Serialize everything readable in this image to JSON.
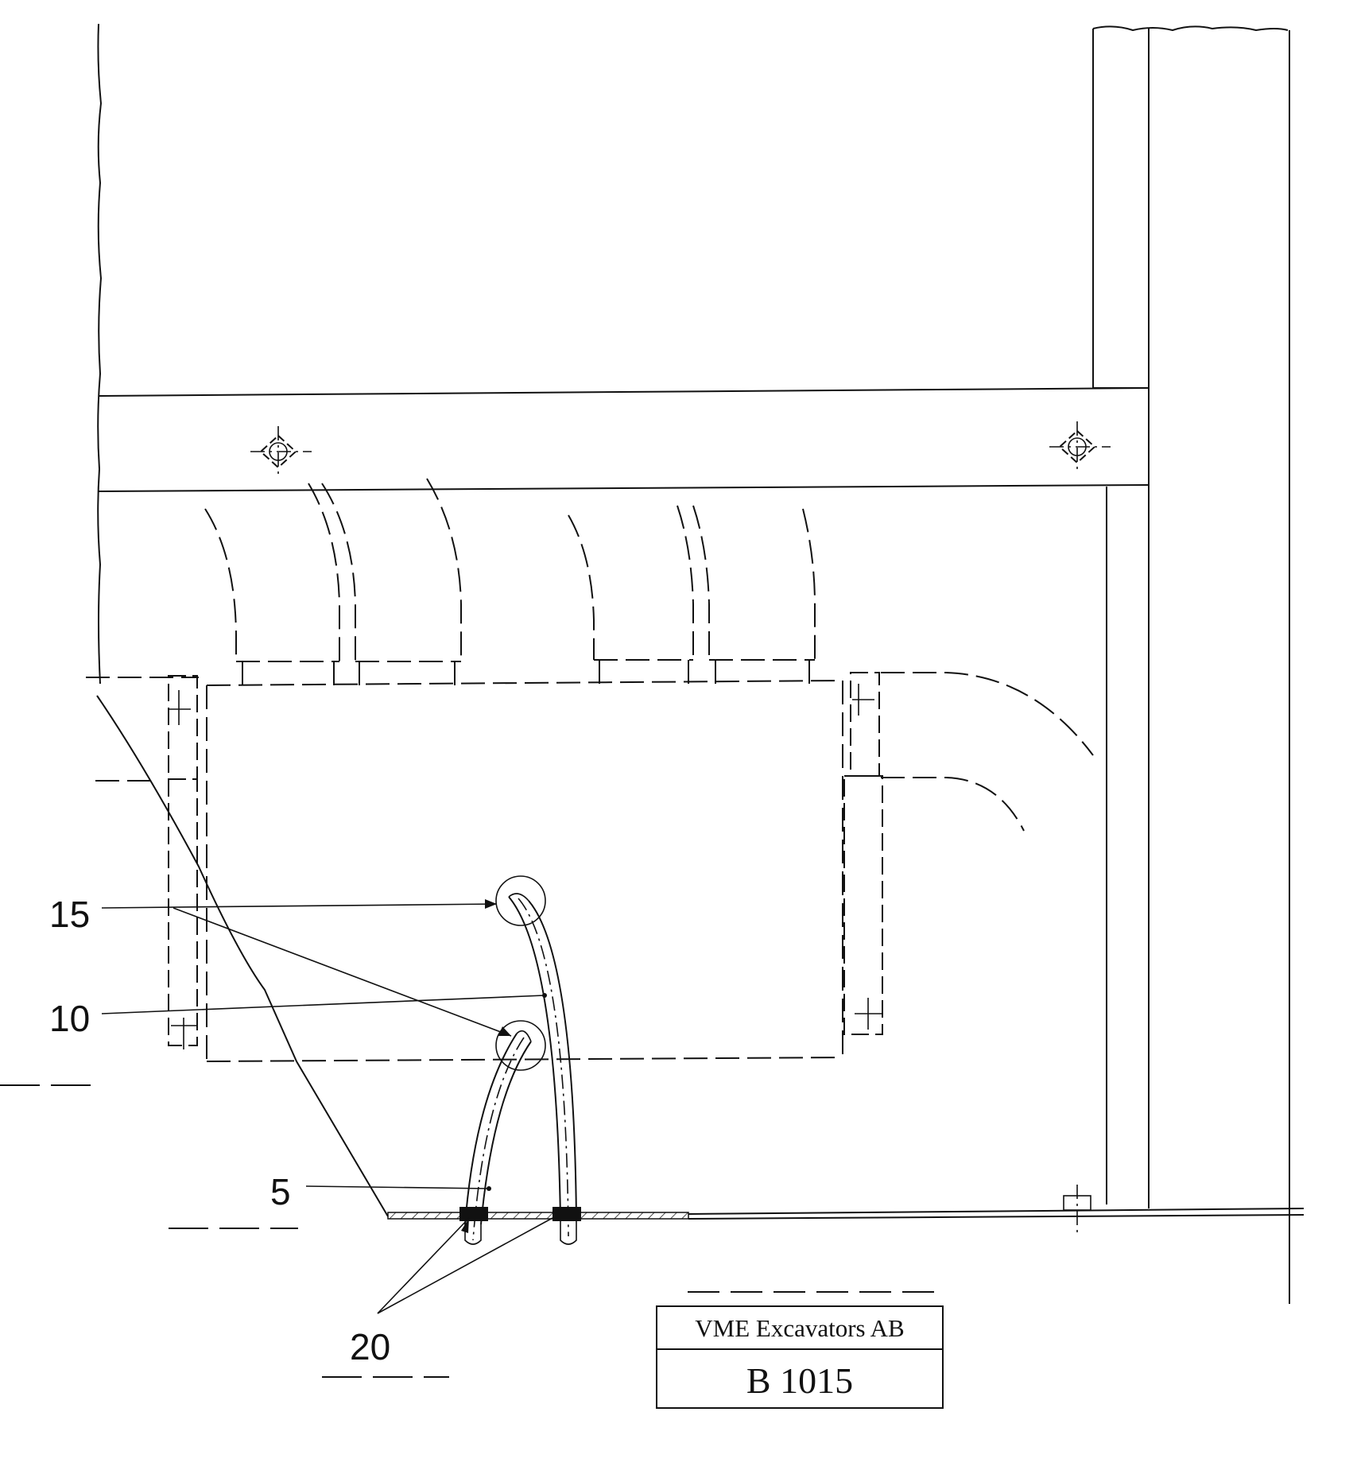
{
  "title_block": {
    "company": "VME Excavators AB",
    "code": "B 1015"
  },
  "callouts": [
    {
      "id": "15",
      "label": "15"
    },
    {
      "id": "10",
      "label": "10"
    },
    {
      "id": "5",
      "label": "5"
    },
    {
      "id": "20",
      "label": "20"
    }
  ],
  "colors": {
    "ink": "#111111",
    "paper": "#ffffff"
  }
}
